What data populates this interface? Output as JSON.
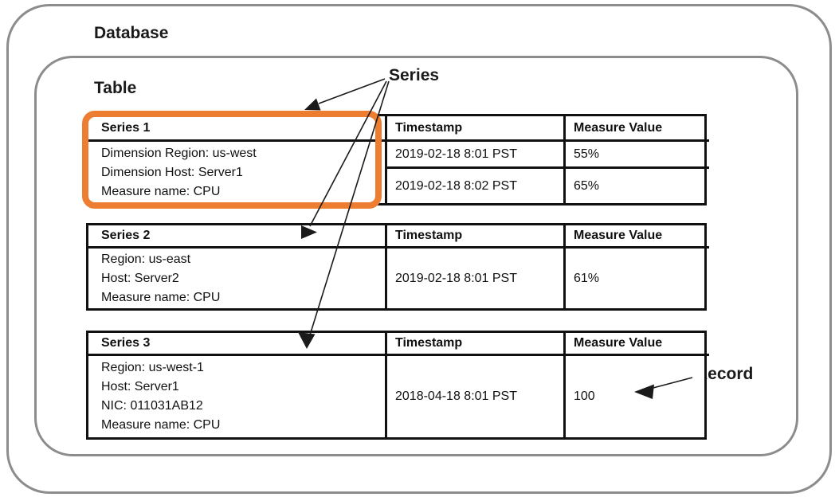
{
  "labels": {
    "database": "Database",
    "table": "Table",
    "series": "Series",
    "record": "Record"
  },
  "colors": {
    "highlight_orange": "#ED7D31",
    "container_gray": "#8C8C8C",
    "line_black": "#111111"
  },
  "tables": [
    {
      "name": "Series 1",
      "columns": [
        "Timestamp",
        "Measure Value"
      ],
      "series_info": [
        "Dimension Region: us-west",
        "Dimension Host: Server1",
        "Measure name: CPU"
      ],
      "rows": [
        [
          "2019-02-18 8:01 PST",
          "55%"
        ],
        [
          "2019-02-18 8:02 PST",
          "65%"
        ]
      ],
      "highlighted": true
    },
    {
      "name": "Series 2",
      "columns": [
        "Timestamp",
        "Measure Value"
      ],
      "series_info": [
        "Region: us-east",
        "Host: Server2",
        "Measure name: CPU"
      ],
      "rows": [
        [
          "2019-02-18 8:01 PST",
          "61%"
        ]
      ],
      "highlighted": false
    },
    {
      "name": "Series 3",
      "columns": [
        "Timestamp",
        "Measure Value"
      ],
      "series_info": [
        "Region: us-west-1",
        "Host: Server1",
        "NIC: 011031AB12",
        "Measure name: CPU"
      ],
      "rows": [
        [
          "2018-04-18 8:01 PST",
          "100"
        ]
      ],
      "highlighted": false
    }
  ]
}
